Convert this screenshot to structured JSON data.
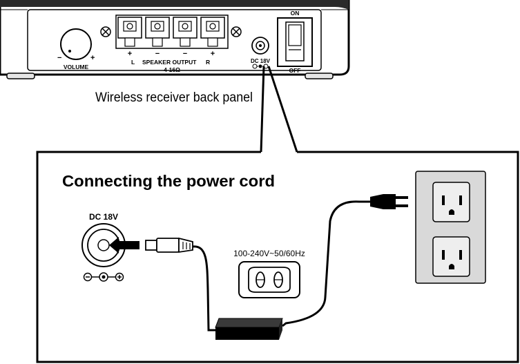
{
  "receiver_panel": {
    "caption": "Wireless receiver back panel",
    "volume_label": "VOLUME",
    "volume_minus": "−",
    "volume_plus": "+",
    "speaker_output_label": "SPEAKER OUTPUT",
    "impedance_label": "4-16Ω",
    "left_channel": "L",
    "right_channel": "R",
    "terminal_signs": [
      "+",
      "−",
      "−",
      "+"
    ],
    "dc_jack_label": "DC 18V",
    "switch_on_label": "ON",
    "switch_off_label": "OFF"
  },
  "detail_box": {
    "title": "Connecting the power cord",
    "dc_socket_label": "DC 18V",
    "adapter_rating": "100-240V~50/60Hz"
  },
  "colors": {
    "ink": "#000000",
    "outlet_plate": "#d9d9d9",
    "outlet_face": "#eeeeee",
    "socket_gray": "#f0f0f0"
  },
  "icons": [
    "screw-icon",
    "polarity-symbol-icon",
    "insert-arrow-icon",
    "wall-outlet-icon",
    "ac-plug-icon",
    "dc-plug-icon",
    "power-adapter-icon"
  ]
}
